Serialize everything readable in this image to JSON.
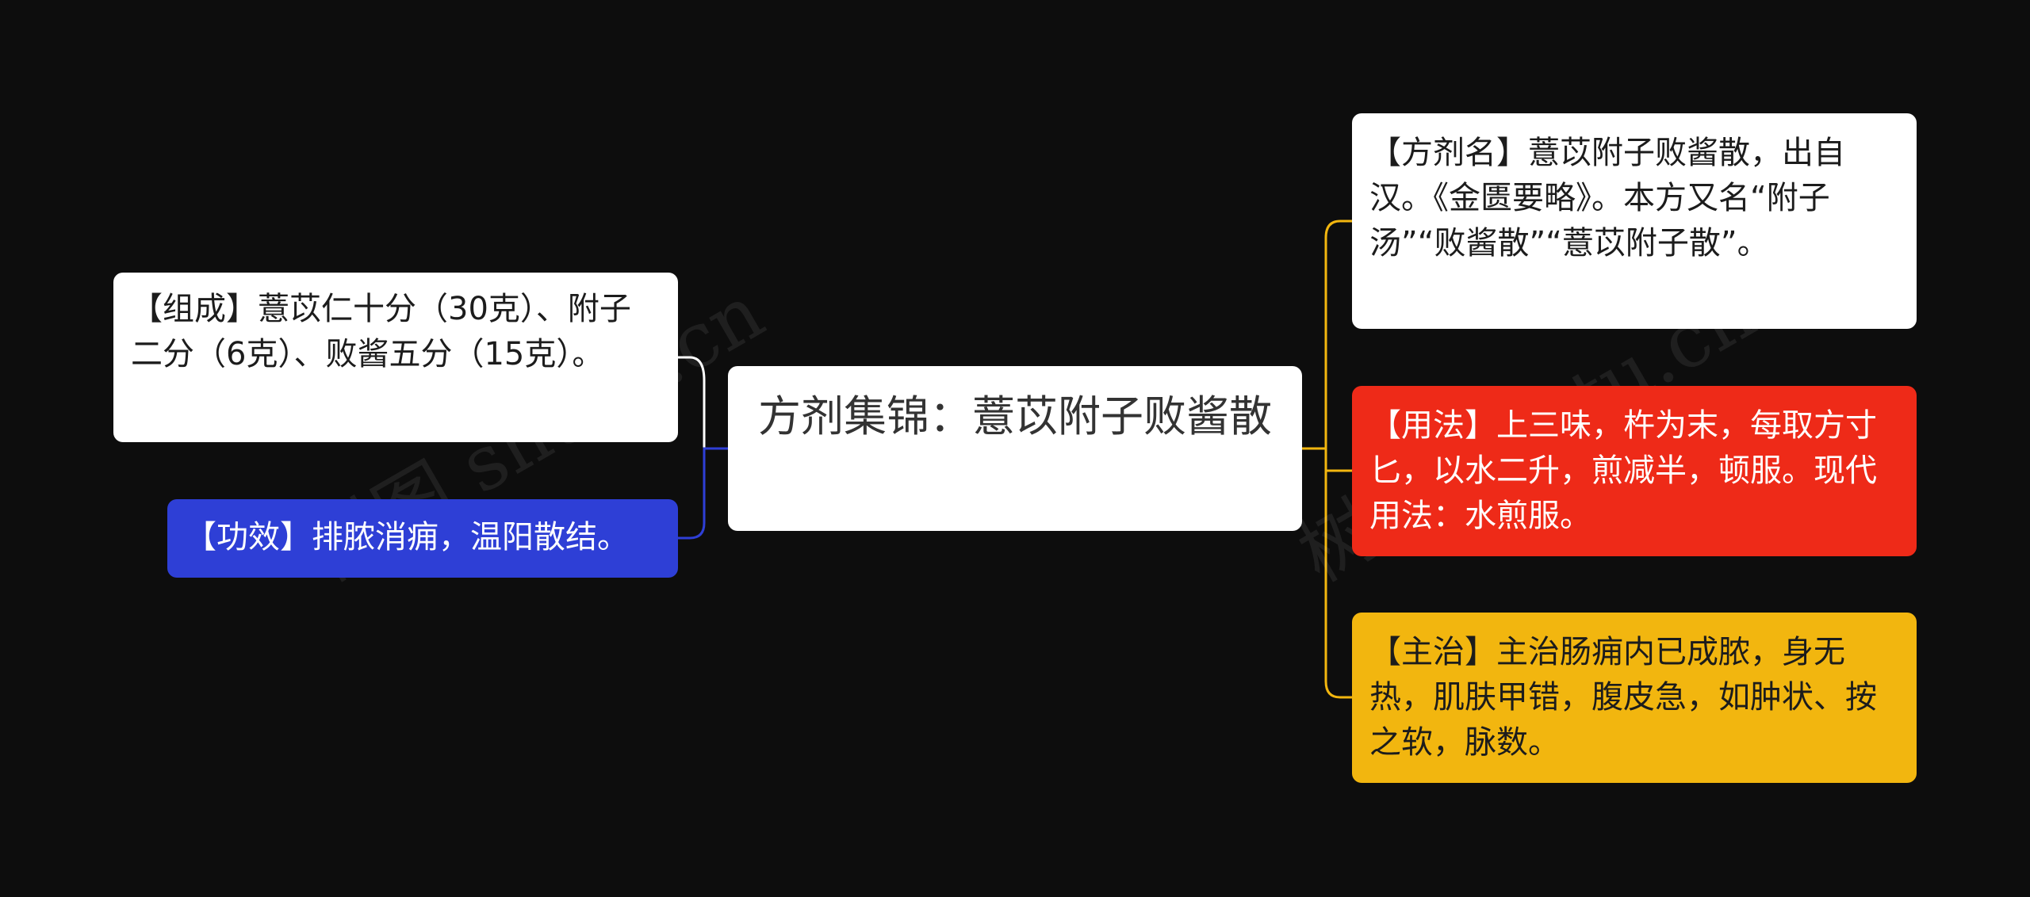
{
  "center": {
    "text": "方剂集锦：薏苡附子败酱散"
  },
  "left_branches": {
    "composition": "【组成】薏苡仁十分（30克）、附子二分（6克）、败酱五分（15克）。",
    "efficacy": "【功效】排脓消痈，温阳散结。"
  },
  "right_branches": {
    "name": "【方剂名】薏苡附子败酱散，出自汉。《金匮要略》。本方又名“附子汤”“败酱散”“薏苡附子散”。",
    "usage": "【用法】上三味，杵为末，每取方寸匕，以水二升，煎减半，顿服。现代用法：水煎服。",
    "indication": "【主治】主治肠痈内已成脓，身无热，肌肤甲错，腹皮急，如肿状、按之软，脉数。"
  },
  "watermark": {
    "text_left": "树图 shutu.cn",
    "text_right": "树图 shutu.cn"
  },
  "colors": {
    "background": "#0d0d0d",
    "white_node": "#ffffff",
    "blue_node": "#2e3fd6",
    "red_node": "#ee2a18",
    "yellow_node": "#f2b60f",
    "left_connector_white": "#ffffff",
    "left_connector_blue": "#2e3fd6",
    "right_connector": "#f2b60f"
  }
}
